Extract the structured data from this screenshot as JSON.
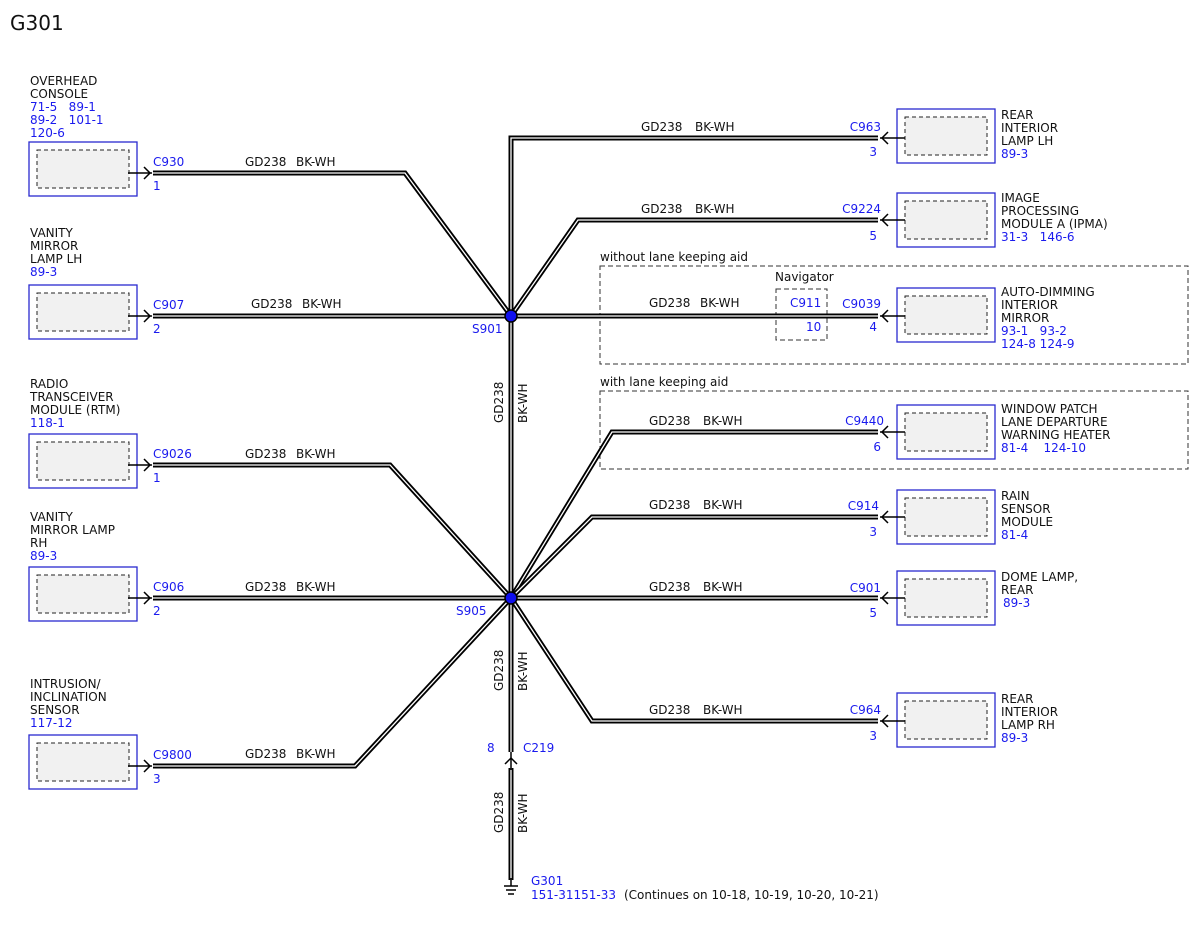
{
  "page_title": "G301",
  "wire": {
    "circuit": "GD238",
    "color": "BK-WH"
  },
  "left_modules": [
    {
      "id": "overhead",
      "name": [
        "OVERHEAD",
        "CONSOLE"
      ],
      "refs": [
        "71-5   89-1",
        "89-2   101-1",
        "120-6"
      ],
      "connector": "C930",
      "pin": "1"
    },
    {
      "id": "vanity-lh",
      "name": [
        "VANITY",
        "MIRROR",
        "LAMP LH"
      ],
      "refs": [
        "89-3"
      ],
      "connector": "C907",
      "pin": "2"
    },
    {
      "id": "rtm",
      "name": [
        "RADIO",
        "TRANSCEIVER",
        "MODULE (RTM)"
      ],
      "refs": [
        "118-1"
      ],
      "connector": "C9026",
      "pin": "1"
    },
    {
      "id": "vanity-rh",
      "name": [
        "VANITY",
        "MIRROR LAMP",
        "RH"
      ],
      "refs": [
        "89-3"
      ],
      "connector": "C906",
      "pin": "2"
    },
    {
      "id": "intrusion",
      "name": [
        "INTRUSION/",
        "INCLINATION",
        "SENSOR"
      ],
      "refs": [
        "117-12"
      ],
      "connector": "C9800",
      "pin": "3"
    }
  ],
  "right_modules": [
    {
      "id": "rear-lamp-lh",
      "name": [
        "REAR",
        "INTERIOR",
        "LAMP LH"
      ],
      "refs": [
        "89-3"
      ],
      "connector": "C963",
      "pin": "3"
    },
    {
      "id": "ipma",
      "name": [
        "IMAGE",
        "PROCESSING",
        "MODULE A (IPMA)"
      ],
      "refs": [
        "31-3   146-6"
      ],
      "connector": "C9224",
      "pin": "5"
    },
    {
      "id": "auto-dim",
      "name": [
        "AUTO-DIMMING",
        "INTERIOR",
        "MIRROR"
      ],
      "refs": [
        "93-1   93-2",
        "124-8 124-9"
      ],
      "connector": "C9039",
      "pin": "4"
    },
    {
      "id": "window-patch",
      "name": [
        "WINDOW PATCH",
        "LANE DEPARTURE",
        "WARNING HEATER"
      ],
      "refs": [
        "81-4    124-10"
      ],
      "connector": "C9440",
      "pin": "6"
    },
    {
      "id": "rain",
      "name": [
        "RAIN",
        "SENSOR",
        "MODULE"
      ],
      "refs": [
        "81-4"
      ],
      "connector": "C914",
      "pin": "3"
    },
    {
      "id": "dome",
      "name": [
        "DOME LAMP,",
        "REAR"
      ],
      "refs": [
        "89-3"
      ],
      "connector": "C901",
      "pin": "5"
    },
    {
      "id": "rear-lamp-rh",
      "name": [
        "REAR",
        "INTERIOR",
        "LAMP RH"
      ],
      "refs": [
        "89-3"
      ],
      "connector": "C964",
      "pin": "3"
    }
  ],
  "splices": [
    "S901",
    "S905"
  ],
  "regions": {
    "without_lka": "without lane keeping aid",
    "with_lka": "with lane keeping aid",
    "navigator": "Navigator"
  },
  "inline_connectors": {
    "c911": {
      "connector": "C911",
      "pin": "10"
    },
    "c219": {
      "connector": "C219",
      "pin": "8"
    }
  },
  "ground": {
    "name": "G301",
    "refs": "151-31151-33",
    "continues": "(Continues on 10-18, 10-19, 10-20, 10-21)"
  }
}
